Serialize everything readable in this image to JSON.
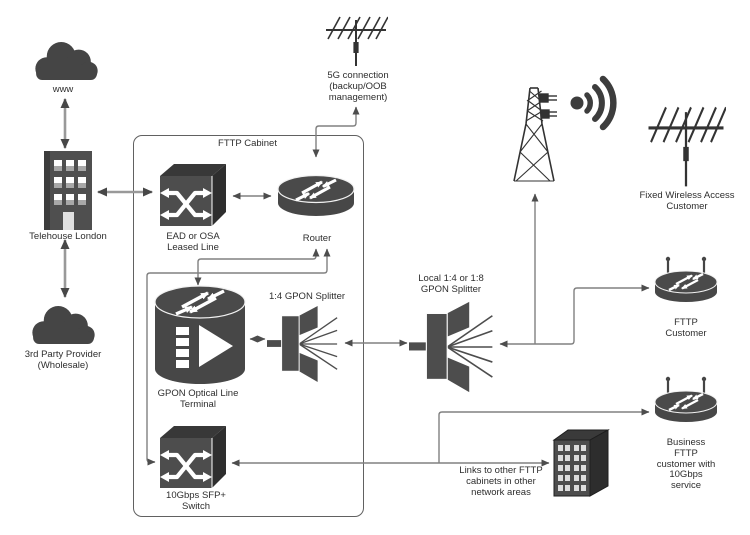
{
  "diagram": {
    "cabinet_title": "FTTP Cabinet",
    "nodes": {
      "www": "www",
      "telehouse": "Telehouse London",
      "third_party": "3rd Party Provider\n(Wholesale)",
      "five_g": "5G connection\n(backup/OOB\nmanagement)",
      "ead": "EAD or OSA\nLeased Line",
      "router": "Router",
      "olt": "GPON Optical Line\nTerminal",
      "splitter_1_4": "1:4 GPON Splitter",
      "sfp_switch": "10Gbps SFP+\nSwitch",
      "local_splitter": "Local 1:4 or 1:8\nGPON Splitter",
      "fixed_wireless": "Fixed Wireless Access\nCustomer",
      "fttp_customer": "FTTP\nCustomer",
      "business_customer": "Business\nFTTP\ncustomer with\n10Gbps\nservice",
      "other_cabinets": "Links to other FTTP\ncabinets in other\nnetwork areas"
    },
    "colors": {
      "icon_fill": "#4a4a4a",
      "icon_dark": "#333333",
      "connector": "#808080",
      "connector_thick": "#999999",
      "arrowhead": "#4d4d4d",
      "cabinet_border": "#616161",
      "label_text": "#2e2e2e",
      "background": "#ffffff"
    }
  }
}
